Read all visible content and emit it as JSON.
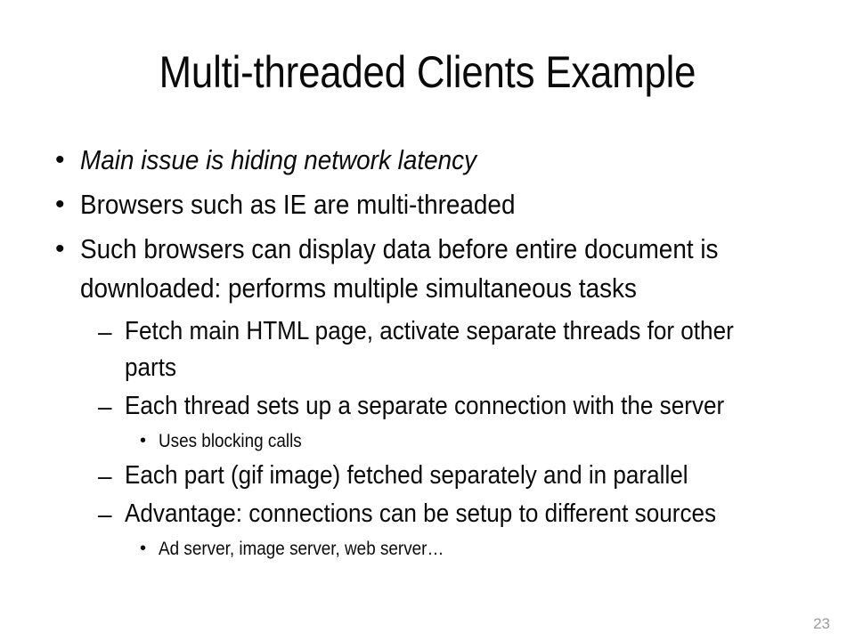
{
  "slide": {
    "title": "Multi-threaded Clients Example",
    "page_number": "23",
    "background_color": "#ffffff",
    "text_color": "#0a0a0a",
    "page_number_color": "#9a9a9a",
    "markers": {
      "level1": "•",
      "level2": "–",
      "level3": "•"
    },
    "bullets": [
      {
        "level": 1,
        "style": "italic",
        "text": "Main issue is hiding network latency"
      },
      {
        "level": 1,
        "style": "normal",
        "text": "Browsers such as IE are multi-threaded"
      },
      {
        "level": 1,
        "style": "normal",
        "text": "Such browsers can display data before entire document is downloaded: performs multiple simultaneous tasks"
      },
      {
        "level": 2,
        "style": "normal",
        "text": "Fetch main HTML page, activate separate threads for other parts"
      },
      {
        "level": 2,
        "style": "normal",
        "text": "Each thread sets up a separate connection with the server"
      },
      {
        "level": 3,
        "style": "normal",
        "text": "Uses blocking calls"
      },
      {
        "level": 2,
        "style": "normal",
        "text": "Each part (gif image) fetched separately and in parallel"
      },
      {
        "level": 2,
        "style": "normal",
        "text": "Advantage: connections can be setup to different sources"
      },
      {
        "level": 3,
        "style": "normal",
        "text": "Ad server, image server, web server…"
      }
    ]
  }
}
